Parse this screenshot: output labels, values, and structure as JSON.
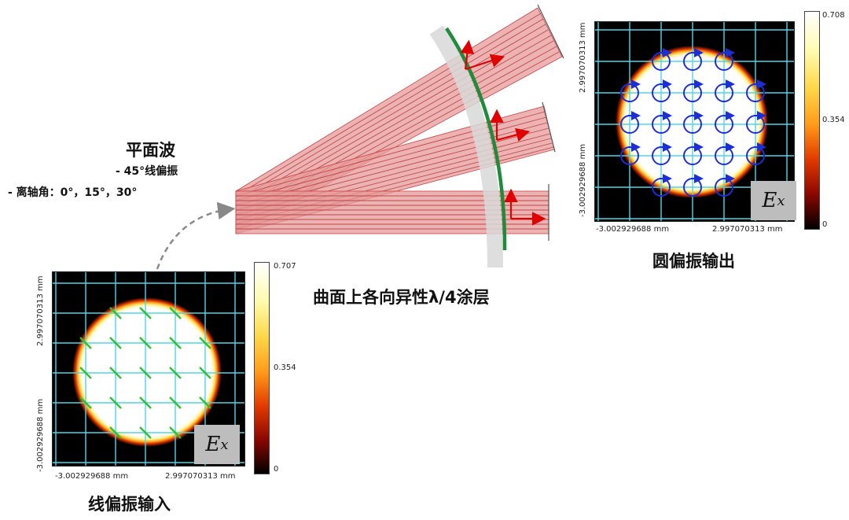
{
  "plane_wave": {
    "title": "平面波",
    "line1": "- 45°线偏振",
    "line2": "- 离轴角：0°，15°，30°"
  },
  "coating_label": "曲面上各向异性λ/4涂层",
  "input_plot": {
    "caption": "线偏振输入",
    "x_min_label": "-3.002929688 mm",
    "x_max_label": "2.997070313 mm",
    "y_min_label": "-3.002929688 mm",
    "y_max_label": "2.997070313 mm",
    "cb_max": "0.707",
    "cb_mid": "0.354",
    "cb_min": "0",
    "badge": "E",
    "badge_sub": "x"
  },
  "output_plot": {
    "caption": "圆偏振输出",
    "x_min_label": "-3.002929688 mm",
    "x_max_label": "2.997070313 mm",
    "y_min_label": "-3.002929688 mm",
    "y_max_label": "2.997070313 mm",
    "cb_max": "0.708",
    "cb_mid": "0.354",
    "cb_min": "0",
    "badge": "E",
    "badge_sub": "x"
  },
  "colors": {
    "beam": "#e06a6a",
    "coating": "#1e8c3a",
    "arrow": "#e00000",
    "grid": "#4fd6e8",
    "linear_marker": "#2fbf2f",
    "circular_marker": "#1c2fd6"
  }
}
